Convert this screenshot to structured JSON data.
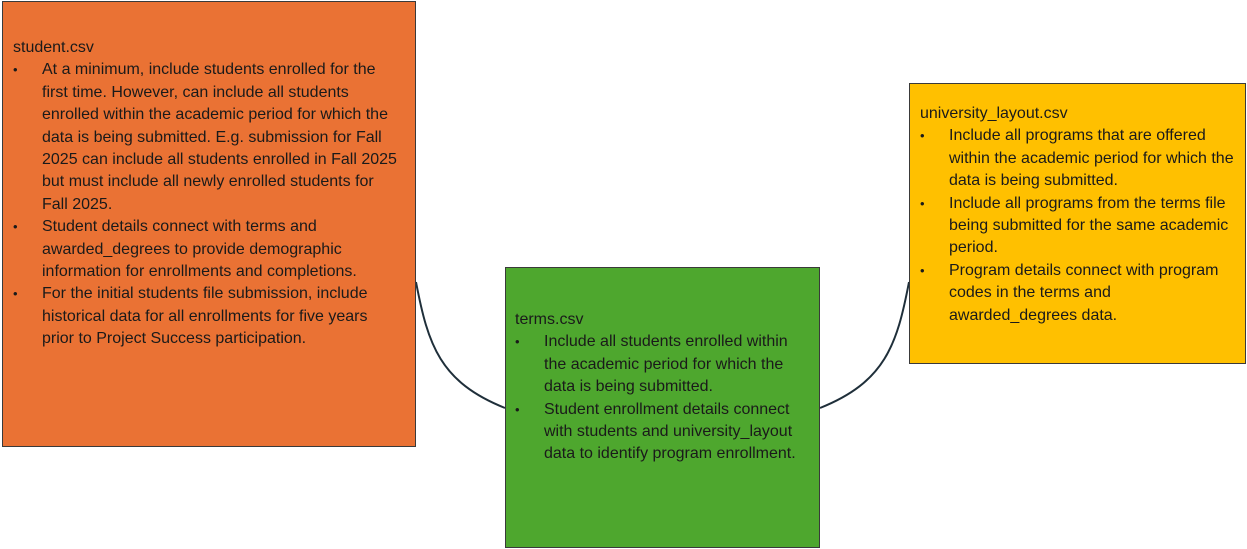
{
  "colors": {
    "student_box": "#ea7234",
    "terms_box": "#4ea72e",
    "university_box": "#ffc000",
    "connector": "#1f2f3a"
  },
  "boxes": {
    "student": {
      "title": "student.csv",
      "items": [
        "At a minimum, include students enrolled for the first time. However, can include all students enrolled within the academic period for which the data is being submitted. E.g. submission for Fall 2025 can include all students enrolled in Fall 2025 but must include all newly enrolled students for Fall 2025.",
        "Student details connect with terms and awarded_degrees to provide demographic information for enrollments and completions.",
        "For the initial students file submission, include historical data for all enrollments for five years prior to Project Success participation."
      ]
    },
    "terms": {
      "title": "terms.csv",
      "items": [
        "Include all students enrolled within the academic period for which the data is being submitted.",
        "Student enrollment details connect with students and university_layout data to identify program enrollment."
      ]
    },
    "university_layout": {
      "title": "university_layout.csv",
      "items": [
        "Include all programs that are offered within the academic period for which the data is being submitted.",
        "Include all programs from the terms file being submitted for the same academic period.",
        "Program details connect with program codes in the terms and awarded_degrees data."
      ]
    }
  }
}
